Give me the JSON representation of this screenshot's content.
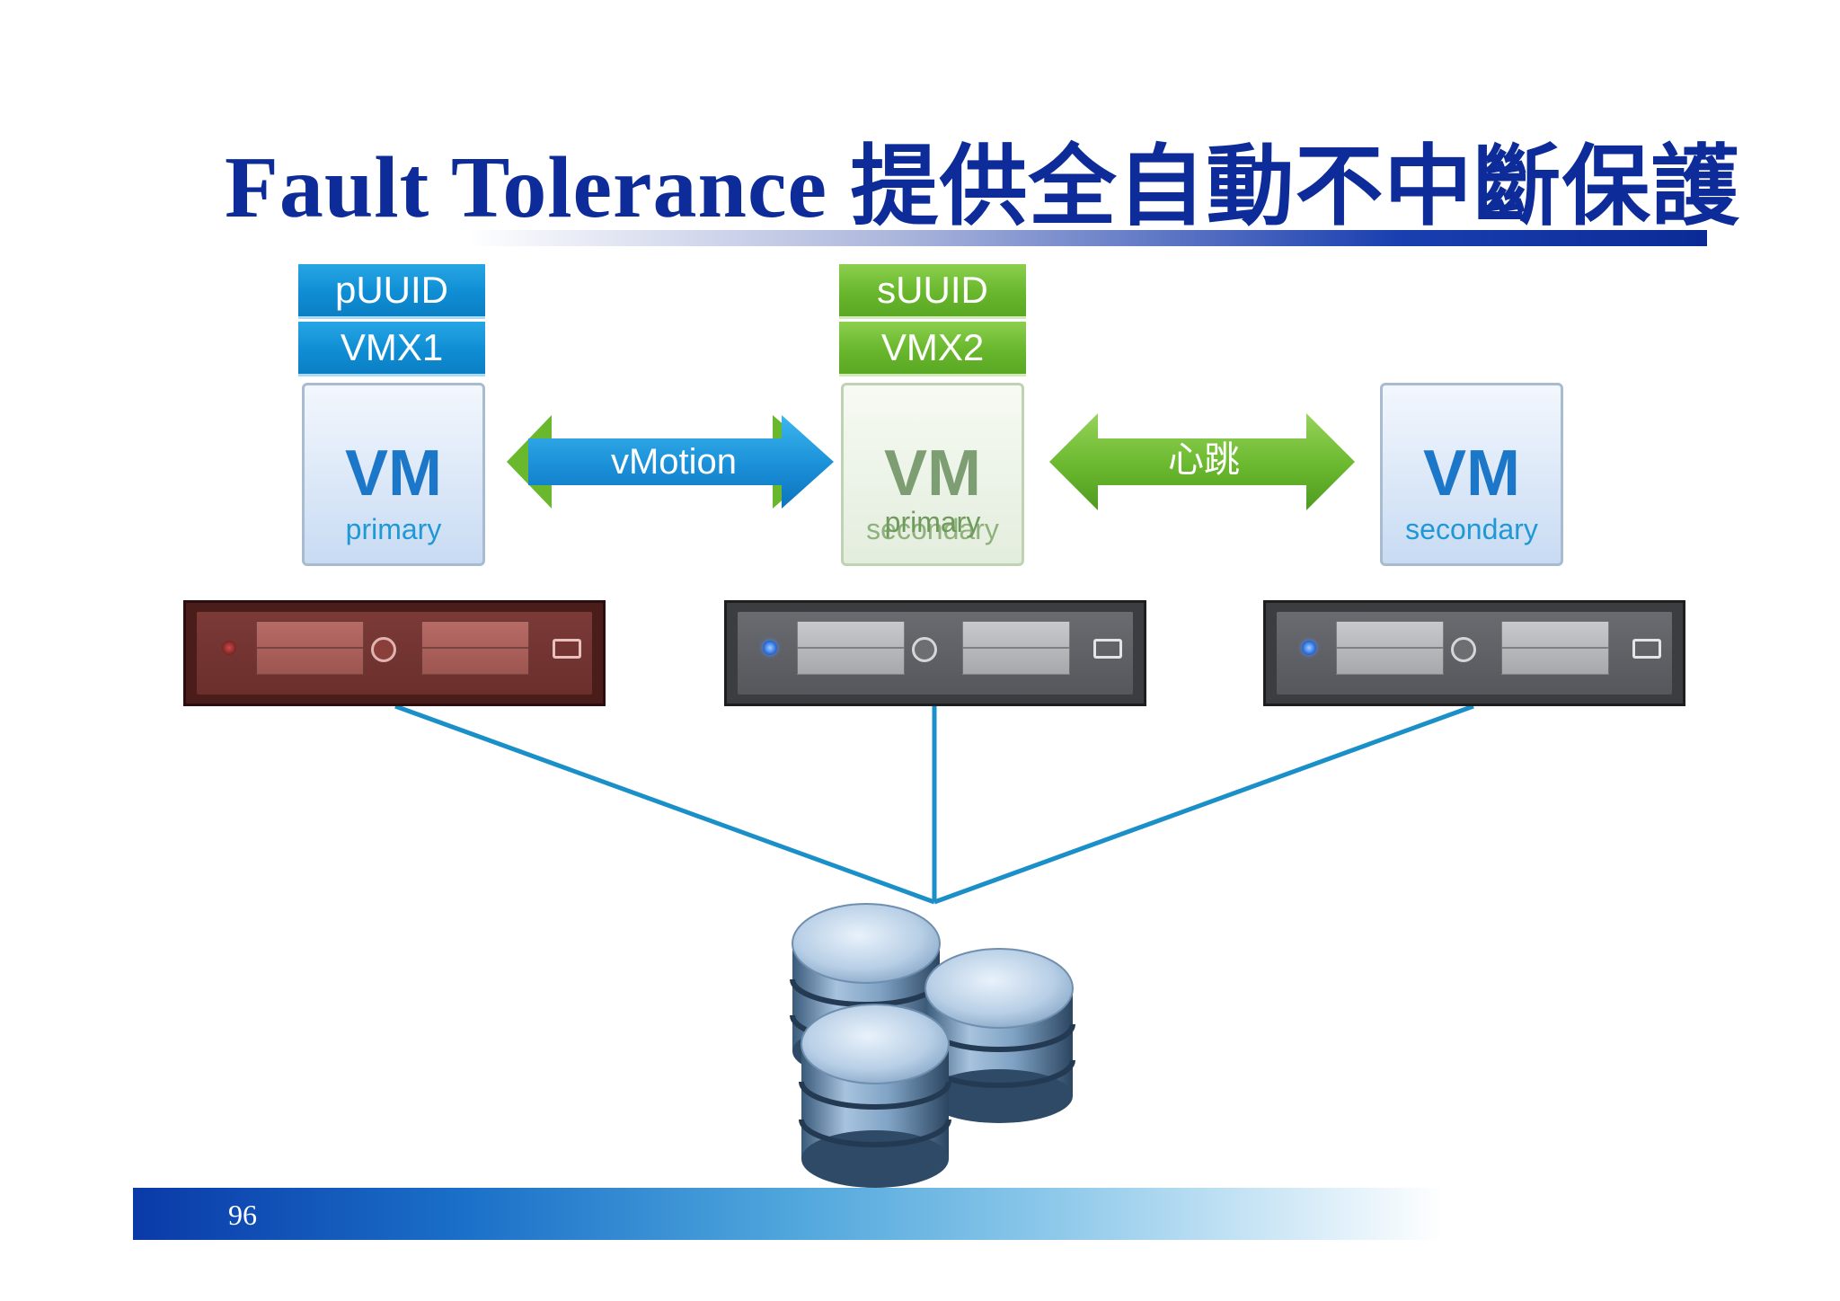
{
  "title": "Fault Tolerance 提供全自動不中斷保護",
  "page_number": "96",
  "tags": {
    "primary_uuid": "pUUID",
    "primary_vmx": "VMX1",
    "secondary_uuid": "sUUID",
    "secondary_vmx": "VMX2"
  },
  "vms": {
    "left": {
      "label": "VM",
      "role": "primary"
    },
    "middle": {
      "label": "VM",
      "role": "secondary",
      "overlay_role": "primary"
    },
    "right": {
      "label": "VM",
      "role": "secondary"
    }
  },
  "arrows": {
    "vmotion": "vMotion",
    "heartbeat": "心跳"
  },
  "colors": {
    "title": "#0d2c9a",
    "vmotion_arrow": "#1a8fd8",
    "heartbeat_arrow": "#6ab82e",
    "connector": "#1a8fc8",
    "failed_server": "#6b2f2c",
    "ok_server": "#56575c"
  },
  "icons": {
    "servers": [
      "failed-server-icon",
      "server-icon",
      "server-icon"
    ],
    "storage": "database-storage-icon"
  }
}
